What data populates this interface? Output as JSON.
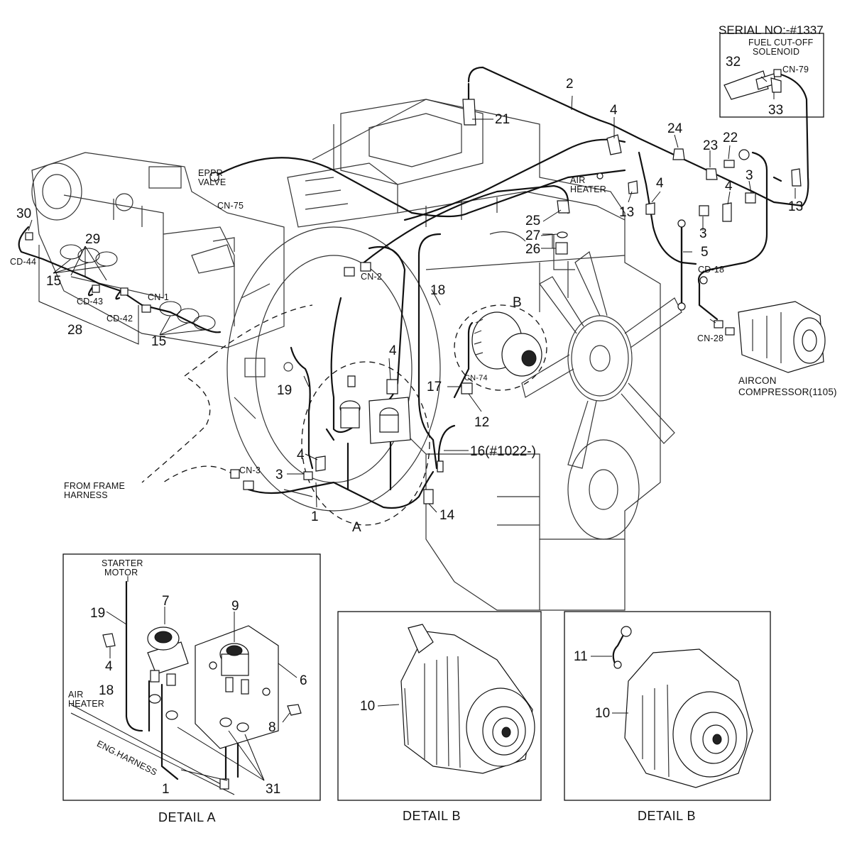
{
  "serial": "SERIAL NO:-#1337",
  "notes": {
    "fuel_cutoff": "FUEL CUT-OFF",
    "solenoid": "SOLENOID",
    "eppr": "EPPR",
    "valve": "VALVE",
    "air": "AIR",
    "heater": "HEATER",
    "from_frame": "FROM FRAME",
    "harness": "HARNESS",
    "aircon": "AIRCON",
    "compressor": "COMPRESSOR(1105)",
    "starter": "STARTER",
    "motor": "MOTOR",
    "air_a": "AIR",
    "heater_a": "HEATER",
    "eng_harness": "ENG.HARNESS"
  },
  "connectors": {
    "cn79": "CN-79",
    "cn75": "CN-75",
    "cn2": "CN-2",
    "cn1": "CN-1",
    "cn3": "CN-3",
    "cn74": "CN-74",
    "cn28": "CN-28",
    "cd18": "CD-18",
    "cd44": "CD-44",
    "cd43": "CD-43",
    "cd42": "CD-42"
  },
  "parts": {
    "p32": "32",
    "p33": "33",
    "p2": "2",
    "p21": "21",
    "p4a": "4",
    "p24": "24",
    "p23": "23",
    "p22": "22",
    "p3a": "3",
    "p13a": "13",
    "p13b": "13",
    "p4b": "4",
    "p4c": "4",
    "p3b": "3",
    "p25": "25",
    "p27": "27",
    "p26": "26",
    "p5": "5",
    "p30": "30",
    "p29": "29",
    "p15a": "15",
    "p15b": "15",
    "p28": "28",
    "p18": "18",
    "pB": "B",
    "p19": "19",
    "p4d": "4",
    "p17": "17",
    "p12": "12",
    "p16": "16(#1022-)",
    "p4e": "4",
    "p3c": "3",
    "p14": "14",
    "p1": "1",
    "pA": "A",
    "a7": "7",
    "a9": "9",
    "a19": "19",
    "a4": "4",
    "a6": "6",
    "a18": "18",
    "a8": "8",
    "a1": "1",
    "a31": "31",
    "b10": "10",
    "c11": "11",
    "c10": "10"
  },
  "captions": {
    "detail_a": "DETAIL A",
    "detail_b1": "DETAIL  B",
    "detail_b2": "DETAIL  B"
  }
}
